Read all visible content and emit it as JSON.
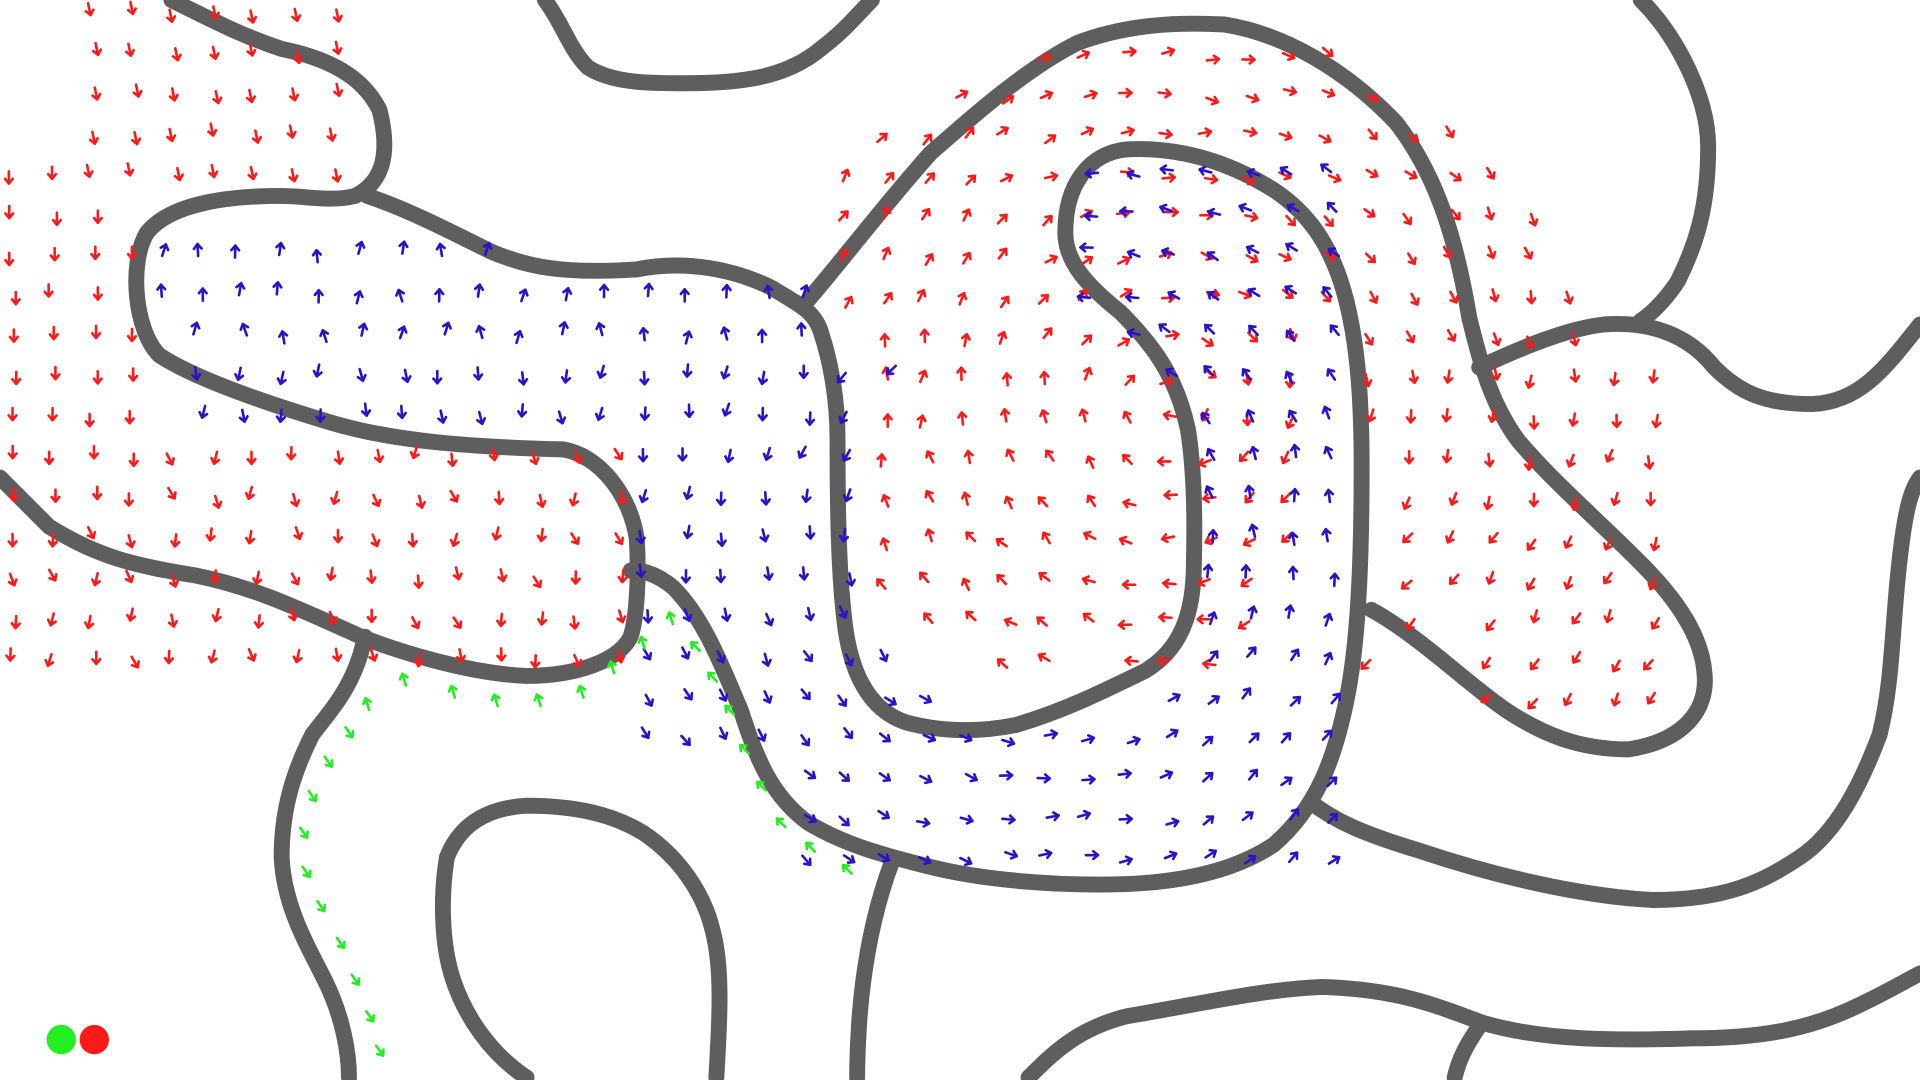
{
  "colors": {
    "background": "#ffffff",
    "wall": "#5e5e5e",
    "red_field": "#ff1a1a",
    "blue_field": "#2a12cc",
    "green_field": "#22ee22"
  },
  "legend": {
    "markers": [
      {
        "name": "green-dot",
        "color": "#22ee22"
      },
      {
        "name": "red-dot",
        "color": "#ff1a1a"
      }
    ]
  },
  "fields": {
    "red": {
      "color_key": "red_field",
      "icon": "arrow-icon"
    },
    "blue": {
      "color_key": "blue_field",
      "icon": "arrow-icon"
    },
    "green": {
      "color_key": "green_field",
      "icon": "arrow-icon"
    }
  }
}
